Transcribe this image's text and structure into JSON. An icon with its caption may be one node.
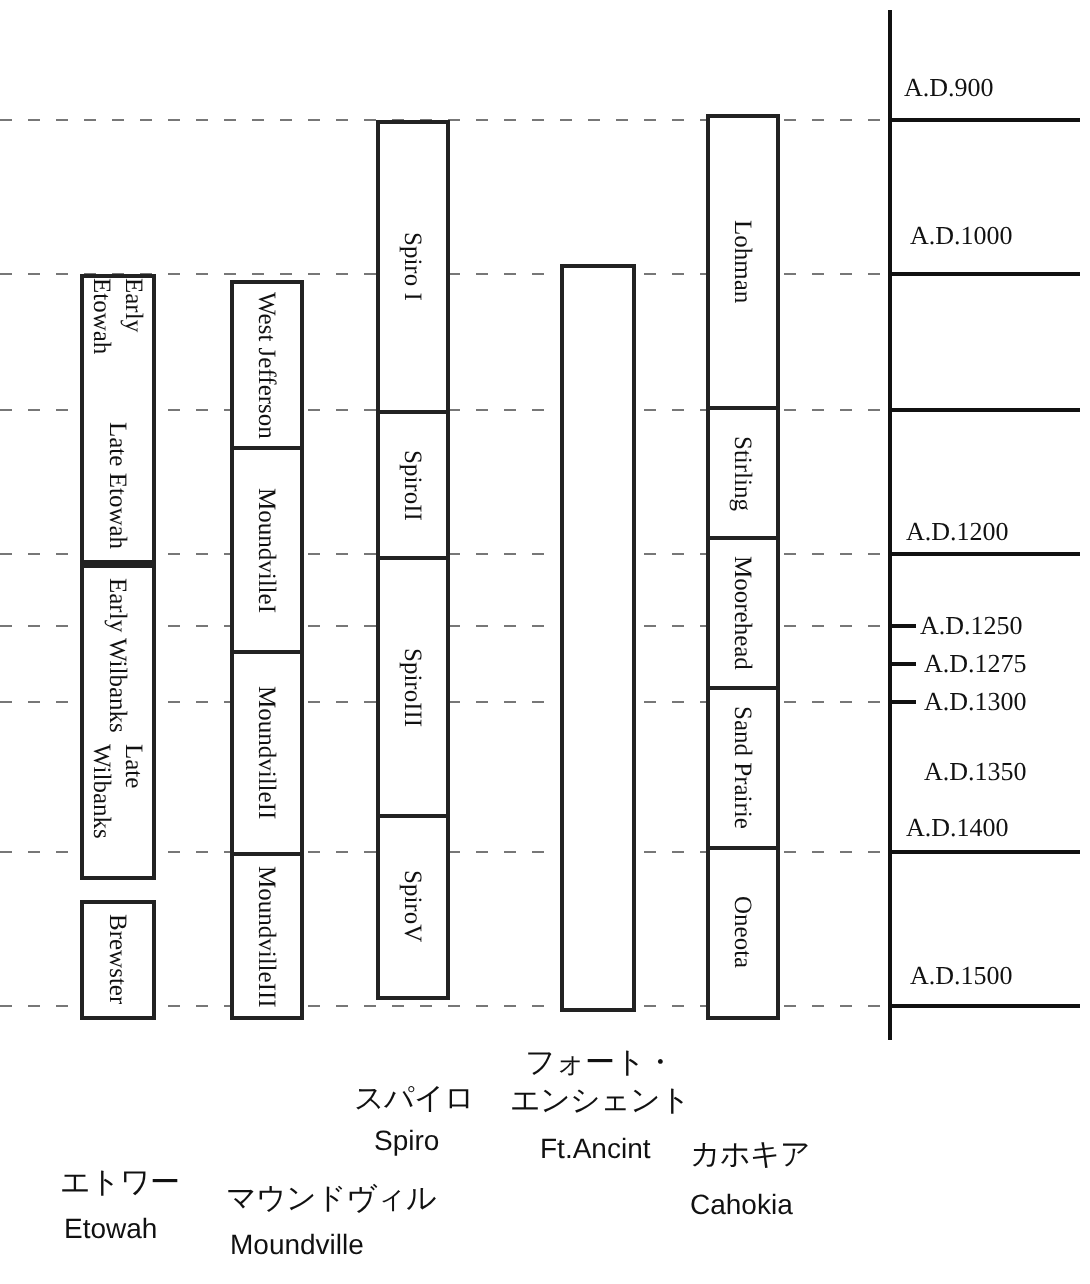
{
  "diagram": {
    "nodes": [
      {
        "text": [
          "Early Etowah"
        ]
      },
      {
        "text": [
          "Late Etowah"
        ]
      },
      {
        "text": [
          "Early Wilbanks"
        ]
      },
      {
        "text": [
          "Late Wilbanks"
        ]
      },
      {
        "text": [
          "Brewster"
        ]
      },
      {
        "text": [
          "West Jefferson"
        ]
      },
      {
        "text": [
          "MoundvilleI"
        ]
      },
      {
        "text": [
          "MoundvilleII"
        ]
      },
      {
        "text": [
          "MoundvilleIII"
        ]
      },
      {
        "text": [
          "Spiro I"
        ]
      },
      {
        "text": [
          "SpiroII"
        ]
      },
      {
        "text": [
          "SpiroIII"
        ]
      },
      {
        "text": [
          "SpiroV"
        ]
      },
      {
        "text": [],
        "shape": "box"
      },
      {
        "text": [
          "Lohman"
        ]
      },
      {
        "text": [
          "Stirling"
        ]
      },
      {
        "text": [
          "Moorehead"
        ]
      },
      {
        "text": [
          "Sand Prairie"
        ]
      },
      {
        "text": [
          "Oneota"
        ]
      }
    ],
    "edges": [],
    "labels": [
      "A.D.900",
      "A.D.1000",
      "A.D.1200",
      "A.D.1250",
      "A.D.1275",
      "A.D.1300",
      "A.D.1350",
      "A.D.1400",
      "A.D.1500",
      "スパイロ",
      "Spiro",
      "フォート・エンシェント",
      "Ft.Ancint",
      "カホキア",
      "Cahokia",
      "エトワー",
      "Etowah",
      "マウンドヴィル",
      "Moundville"
    ]
  }
}
